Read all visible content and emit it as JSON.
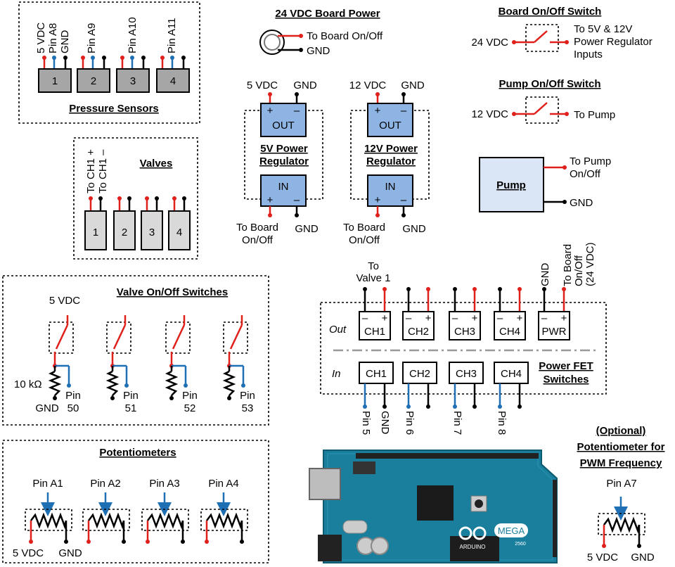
{
  "pressure": {
    "title": "Pressure Sensors",
    "pins": [
      "5 VDC",
      "Pin A8",
      "GND",
      "Pin A9",
      "Pin A10",
      "Pin A11"
    ],
    "labels": [
      "1",
      "2",
      "3",
      "4"
    ]
  },
  "valves": {
    "title": "Valves",
    "pins": [
      "To CH1 +",
      "To CH1 –"
    ],
    "labels": [
      "1",
      "2",
      "3",
      "4"
    ]
  },
  "board_power": {
    "title": "24 VDC Board Power",
    "to_switch": "To Board On/Off",
    "gnd": "GND"
  },
  "board_switch": {
    "title": "Board On/Off Switch",
    "input": "24 VDC",
    "output": [
      "To 5V & 12V",
      "Power Regulator",
      "Inputs"
    ]
  },
  "pump_switch": {
    "title": "Pump On/Off Switch",
    "input": "12 VDC",
    "output": "To Pump"
  },
  "pump": {
    "label": "Pump",
    "input": [
      "To Pump",
      "On/Off"
    ],
    "gnd": "GND"
  },
  "reg5": {
    "title": [
      "5V Power",
      "Regulator"
    ],
    "out_pins": [
      "5 VDC",
      "GND"
    ],
    "in_pins": [
      "To Board",
      "On/Off",
      "GND"
    ],
    "out": "OUT",
    "in": "IN",
    "plus": "+",
    "minus": "–"
  },
  "reg12": {
    "title": [
      "12V Power",
      "Regulator"
    ],
    "out_pins": [
      "12 VDC",
      "GND"
    ],
    "in_pins": [
      "To Board",
      "On/Off",
      "GND"
    ],
    "out": "OUT",
    "in": "IN",
    "plus": "+",
    "minus": "–"
  },
  "valve_switches": {
    "title": "Valve On/Off Switches",
    "supply": "5 VDC",
    "resistor": "10 kΩ",
    "gnd": "GND",
    "pin_word": "Pin",
    "pins": [
      "50",
      "51",
      "52",
      "53"
    ]
  },
  "fet": {
    "title": [
      "Power FET",
      "Switches"
    ],
    "out_label": "Out",
    "in_label": "In",
    "out_channels": [
      "CH1",
      "CH2",
      "CH3",
      "CH4",
      "PWR"
    ],
    "in_channels": [
      "CH1",
      "CH2",
      "CH3",
      "CH4"
    ],
    "to_valve": [
      "To",
      "Valve 1"
    ],
    "pwr_pins": [
      "GND",
      "To Board",
      "On/Off",
      "(24 VDC)"
    ],
    "in_pins": [
      "Pin 5",
      "GND",
      "Pin 6",
      "Pin 7",
      "Pin 8"
    ],
    "plus": "+",
    "minus": "–"
  },
  "pots": {
    "title": "Potentiometers",
    "pins": [
      "Pin A1",
      "Pin A2",
      "Pin A3",
      "Pin A4"
    ],
    "supply": "5 VDC",
    "gnd": "GND"
  },
  "pwm_pot": {
    "title": [
      "(Optional)",
      "Potentiometer for",
      "PWM Frequency"
    ],
    "pin": "Pin A7",
    "supply": "5 VDC",
    "gnd": "GND"
  },
  "arduino": {
    "brand": "ARDUINO",
    "model": "MEGA",
    "number": "2560"
  },
  "colors": {
    "red": "#e0201b",
    "blue": "#1f6fb5",
    "board": "#1a7f9c",
    "regulator": "#8eb4e3",
    "pump": "#dae6f5"
  }
}
